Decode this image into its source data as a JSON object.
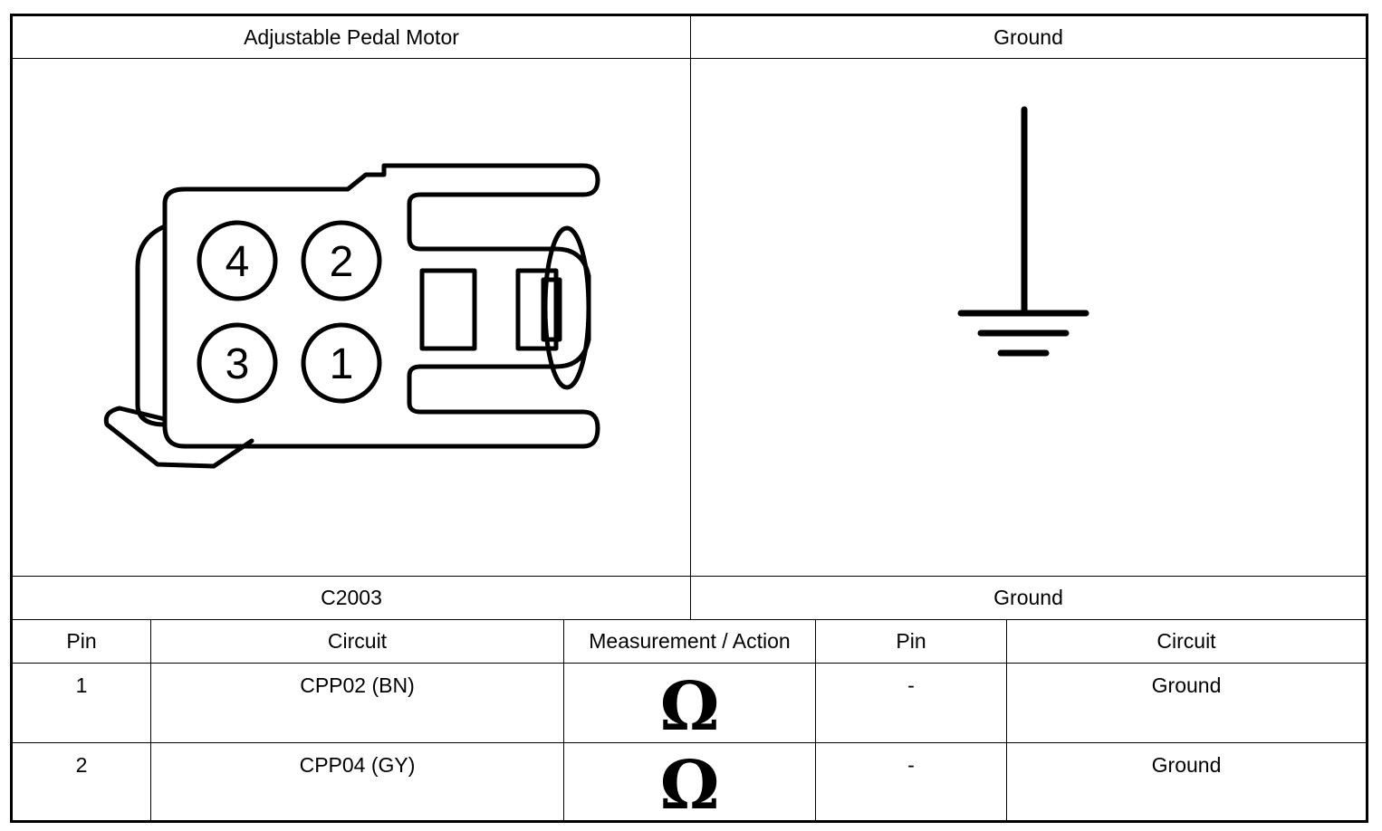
{
  "header": {
    "left_component": "Adjustable Pedal Motor",
    "right_component": "Ground"
  },
  "connector": {
    "pin_labels": [
      "4",
      "2",
      "3",
      "1"
    ]
  },
  "labels": {
    "left_connector_id": "C2003",
    "right_connector_id": "Ground"
  },
  "table": {
    "headers": {
      "pin": "Pin",
      "circuit": "Circuit",
      "measurement": "Measurement / Action",
      "pin2": "Pin",
      "circuit2": "Circuit"
    },
    "rows": [
      {
        "pin": "1",
        "circuit": "CPP02 (BN)",
        "measurement_icon": "ohm-icon",
        "pin2": "-",
        "circuit2": "Ground"
      },
      {
        "pin": "2",
        "circuit": "CPP04 (GY)",
        "measurement_icon": "ohm-icon",
        "pin2": "-",
        "circuit2": "Ground"
      }
    ]
  },
  "icons": {
    "ohm_symbol": "Ω"
  }
}
